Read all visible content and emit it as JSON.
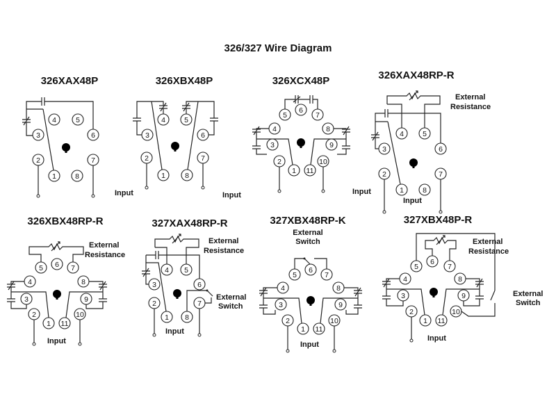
{
  "page_title": "326/327 Wire Diagram",
  "labels": {
    "input": "Input",
    "external_resistance_1": "External",
    "external_resistance_2": "Resistance",
    "external_switch_1": "External",
    "external_switch_2": "Switch"
  },
  "diagrams": [
    {
      "title": "326XAX48P",
      "pins": [
        "3",
        "4",
        "5",
        "6",
        "2",
        "7",
        "1",
        "8"
      ]
    },
    {
      "title": "326XBX48P",
      "pins": [
        "3",
        "4",
        "5",
        "6",
        "2",
        "7",
        "1",
        "8"
      ]
    },
    {
      "title": "326XCX48P",
      "pins": [
        "5",
        "6",
        "7",
        "4",
        "8",
        "3",
        "9",
        "2",
        "1",
        "11",
        "10"
      ]
    },
    {
      "title": "326XAX48RP-R",
      "pins": [
        "4",
        "5",
        "3",
        "6",
        "2",
        "7",
        "1",
        "8"
      ]
    },
    {
      "title": "326XBX48RP-R",
      "pins": [
        "5",
        "6",
        "7",
        "4",
        "8",
        "3",
        "9",
        "2",
        "1",
        "11",
        "10"
      ]
    },
    {
      "title": "327XAX48RP-R",
      "pins": [
        "4",
        "5",
        "3",
        "6",
        "2",
        "7",
        "1",
        "8"
      ]
    },
    {
      "title": "327XBX48RP-K",
      "pins": [
        "5",
        "6",
        "7",
        "4",
        "8",
        "3",
        "9",
        "2",
        "1",
        "11",
        "10"
      ]
    },
    {
      "title": "327XBX48P-R",
      "pins": [
        "5",
        "6",
        "7",
        "4",
        "8",
        "3",
        "9",
        "2",
        "1",
        "11",
        "10"
      ]
    }
  ]
}
